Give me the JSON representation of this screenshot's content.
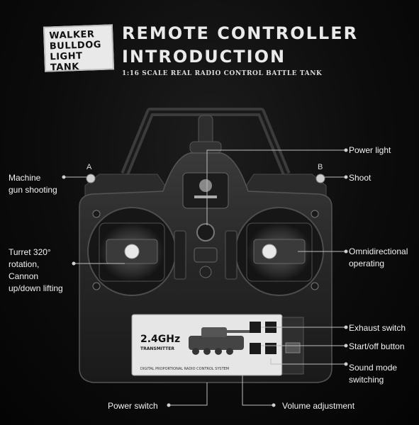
{
  "header": {
    "badge_lines": [
      "WALKER",
      "BULLDOG",
      "LIGHT TANK"
    ],
    "title_line1": "REMOTE CONTROLLER",
    "title_line2": "INTRODUCTION",
    "subtitle": "1:16 SCALE REAL RADIO CONTROL BATTLE TANK"
  },
  "letters": {
    "a": "A",
    "b": "B"
  },
  "callouts": {
    "power_light": "Power light",
    "machine_gun": [
      "Machine",
      "gun shooting"
    ],
    "shoot": "Shoot",
    "turret": [
      "Turret 320°",
      "rotation,",
      "Cannon",
      "up/down lifting"
    ],
    "omni": [
      "Omnidirectional",
      "operating"
    ],
    "exhaust": "Exhaust switch",
    "startoff": "Start/off button",
    "sound": [
      "Sound mode",
      "switching"
    ],
    "power_switch": "Power switch",
    "volume": "Volume adjustment"
  },
  "panel": {
    "freq_label": "2.4GHz",
    "transmitter_label": "TRANSMITTER",
    "bottom_text": "DIGITAL PROPORTIONAL RADIO CONTROL SYSTEM"
  },
  "colors": {
    "background": "#0a0a0a",
    "controller_body": "#2a2a2a",
    "panel": "#e6e6e6",
    "text": "#f2f2f2"
  }
}
